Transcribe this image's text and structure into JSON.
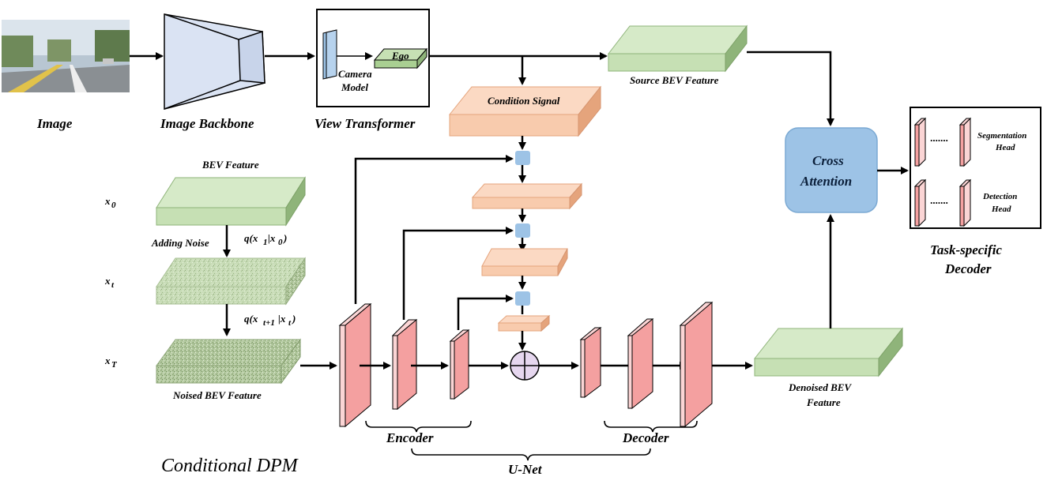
{
  "labels": {
    "image": "Image",
    "image_backbone": "Image Backbone",
    "view_transformer": "View Transformer",
    "camera_model_line1": "Camera",
    "camera_model_line2": "Model",
    "ego": "Ego",
    "condition_signal": "Condition Signal",
    "source_bev_feature": "Source BEV Feature",
    "cross_attention_line1": "Cross",
    "cross_attention_line2": "Attention",
    "segmentation_head_line1": "Segmentation",
    "segmentation_head_line2": "Head",
    "detection_head_line1": "Detection",
    "detection_head_line2": "Head",
    "task_decoder_line1": "Task-specific",
    "task_decoder_line2": "Decoder",
    "bev_feature": "BEV Feature",
    "x0": "x",
    "x0_sub": "0",
    "xt": "x",
    "xt_sub": "t",
    "xT": "x",
    "xT_sub": "T",
    "adding_noise": "Adding Noise",
    "q1": "q(x",
    "q1_sub": "1",
    "q1_mid": "|x",
    "q1_sub2": "0",
    "q1_end": ")",
    "q2": "q(x",
    "q2_sub": "t+1",
    "q2_mid": "|x",
    "q2_sub2": "t",
    "q2_end": ")",
    "noised_bev_feature": "Noised BEV Feature",
    "encoder": "Encoder",
    "decoder": "Decoder",
    "unet": "U-Net",
    "denoised_line1": "Denoised BEV",
    "denoised_line2": "Feature",
    "conditional_dpm": "Conditional DPM",
    "dots": "·······"
  },
  "colors": {
    "bev_green": "#c6e0b4",
    "bev_green_side": "#8fb47a",
    "condition_orange": "#f8cbad",
    "condition_orange_side": "#e5a47c",
    "unet_red": "#f4a0a0",
    "unet_red_side": "#fbd5d5",
    "cross_blue": "#9dc3e6",
    "backbone_blue": "#dae3f3",
    "fusion_blue": "#9dc3e6",
    "plus_purple": "#e6d7ef"
  }
}
